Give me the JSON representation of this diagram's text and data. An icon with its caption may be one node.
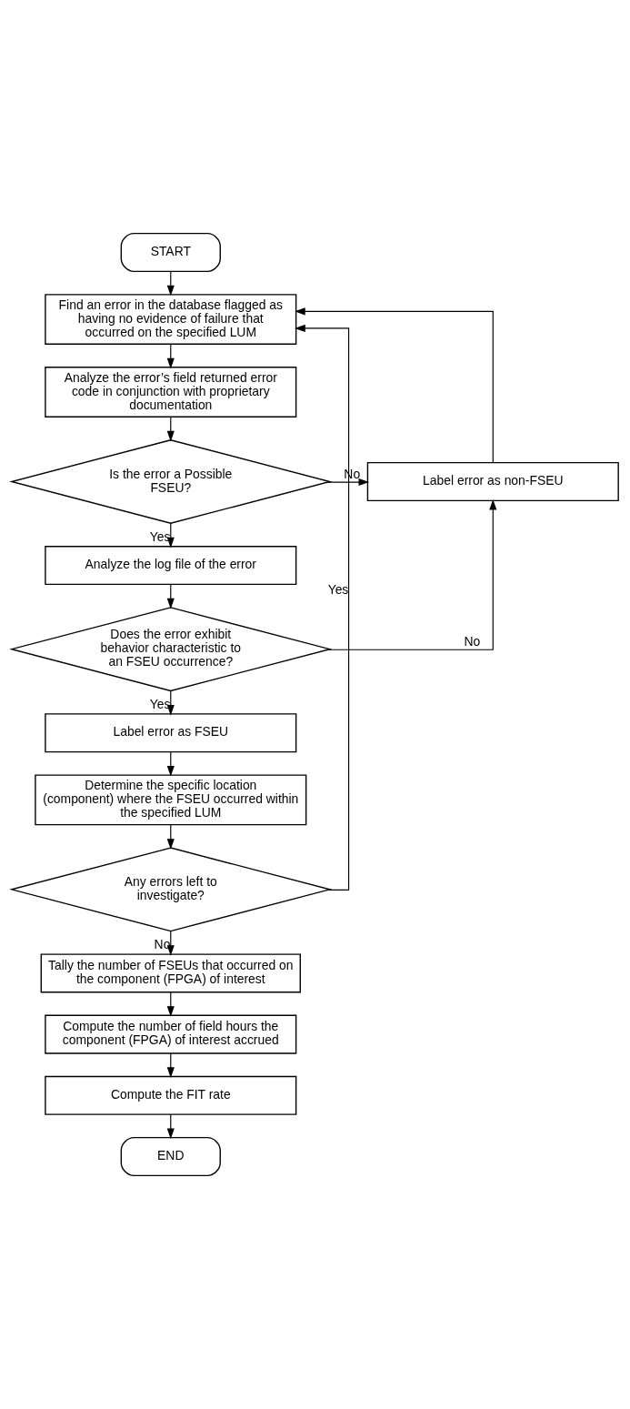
{
  "diagram": {
    "nodes": [
      {
        "text": [
          "START"
        ]
      },
      {
        "text": [
          "Find an error in the database flagged as having no evidence of failure that occurred on the specified LUM"
        ]
      },
      {
        "text": [
          "Analyze the error’s field returned error code in conjunction with proprietary documentation"
        ]
      },
      {
        "text": [
          "Is the error a Possible FSEU?"
        ]
      },
      {
        "text": [
          "Label error as non-FSEU"
        ]
      },
      {
        "text": [
          "Analyze the log file of the error"
        ]
      },
      {
        "text": [
          "Does the error exhibit behavior characteristic to an FSEU occurrence?"
        ]
      },
      {
        "text": [
          "Label error as FSEU"
        ]
      },
      {
        "text": [
          "Determine the specific location (component) where the FSEU occurred within the specified LUM"
        ]
      },
      {
        "text": [
          "Any errors left to investigate?"
        ]
      },
      {
        "text": [
          "Tally the number of FSEUs that occurred on the component (FPGA) of interest"
        ]
      },
      {
        "text": [
          "Compute the number of field hours the component (FPGA) of interest accrued"
        ]
      },
      {
        "text": [
          "Compute the FIT rate"
        ]
      },
      {
        "text": [
          "END"
        ]
      }
    ],
    "edges": [
      {
        "from": 0,
        "to": 1,
        "arrow": "to"
      },
      {
        "from": 1,
        "to": 2,
        "arrow": "to"
      },
      {
        "from": 2,
        "to": 3,
        "arrow": "to"
      },
      {
        "from": 3,
        "to": 4,
        "arrow": "to",
        "label": "No"
      },
      {
        "from": 3,
        "to": 5,
        "arrow": "to",
        "label": "Yes"
      },
      {
        "from": 5,
        "to": 6,
        "arrow": "to"
      },
      {
        "from": 6,
        "to": 4,
        "arrow": "to",
        "label": "No"
      },
      {
        "from": 4,
        "to": 1,
        "arrow": "to"
      },
      {
        "from": 6,
        "to": 7,
        "arrow": "to",
        "label": "Yes"
      },
      {
        "from": 7,
        "to": 8,
        "arrow": "to"
      },
      {
        "from": 8,
        "to": 9,
        "arrow": "to"
      },
      {
        "from": 9,
        "to": 1,
        "arrow": "to",
        "label": "Yes"
      },
      {
        "from": 9,
        "to": 10,
        "arrow": "to",
        "label": "No"
      },
      {
        "from": 10,
        "to": 11,
        "arrow": "to"
      },
      {
        "from": 11,
        "to": 12,
        "arrow": "to"
      },
      {
        "from": 12,
        "to": 13,
        "arrow": "to"
      }
    ]
  }
}
